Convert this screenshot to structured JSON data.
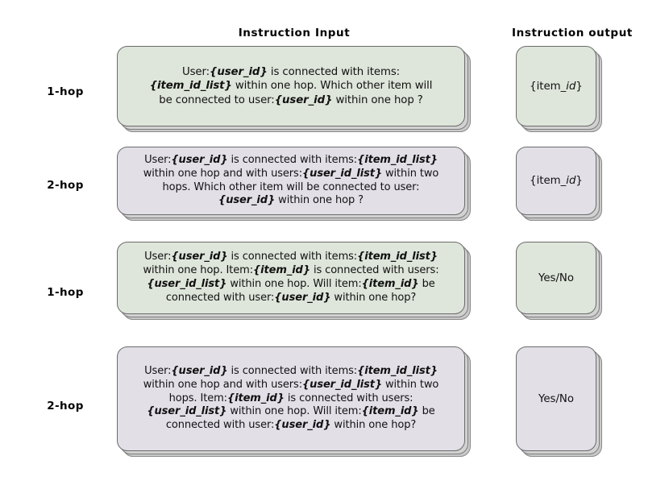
{
  "headers": {
    "input": "Instruction Input",
    "output": "Instruction output"
  },
  "colors": {
    "green_fill": "#dee5da",
    "lavender_fill": "#e2dfe7",
    "border": "#6b6b6b",
    "stack_shadow": "#c9c9c9",
    "text": "#111111",
    "background": "#ffffff"
  },
  "rows": [
    {
      "label": "1-hop",
      "theme": "green",
      "input_text": "User:{user_id} is connected with items:\n{item_id_list} within one hop. Which other item will\nbe  connected to user:{user_id} within one hop ?",
      "input_plain": "User:{user_id} is connected with items: {item_id_list} within one hop. Which other item will be  connected to user:{user_id} within one hop ?",
      "output_text": "{item_id}",
      "placeholders": [
        "user_id",
        "item_id_list",
        "user_id"
      ]
    },
    {
      "label": "2-hop",
      "theme": "lavender",
      "input_text": "User:{user_id} is connected with items:{item_id_list}\nwithin one hop and with users:{user_id_list} within two\nhops. Which other item will be  connected to user:\n{user_id} within one hop ?",
      "input_plain": "User:{user_id} is connected with items:{item_id_list} within one hop and with users:{user_id_list} within two hops. Which other item will be  connected to user: {user_id} within one hop ?",
      "output_text": "{item_id}",
      "placeholders": [
        "user_id",
        "item_id_list",
        "user_id_list",
        "user_id"
      ]
    },
    {
      "label": "1-hop",
      "theme": "green",
      "input_text": "User:{user_id} is connected with items:{item_id_list}\nwithin one hop. Item:{item_id} is connected with users:\n{user_id_list} within one hop. Will item:{item_id} be\nconnected with user:{user_id} within one hop?",
      "input_plain": "User:{user_id} is connected with items:{item_id_list} within one hop. Item:{item_id} is connected with users: {user_id_list} within one hop. Will item:{item_id} be connected with user:{user_id} within one hop?",
      "output_text": "Yes/No",
      "placeholders": [
        "user_id",
        "item_id_list",
        "item_id",
        "user_id_list",
        "item_id",
        "user_id"
      ]
    },
    {
      "label": "2-hop",
      "theme": "lavender",
      "input_text": "User:{user_id} is connected with items:{item_id_list}\nwithin one hop and with users:{user_id_list} within two\nhops. Item:{item_id} is connected with users:\n{user_id_list} within one hop. Will item:{item_id} be\nconnected with user:{user_id} within one hop?",
      "input_plain": "User:{user_id} is connected with items:{item_id_list} within one hop and with users:{user_id_list} within two hops. Item:{item_id} is connected with users: {user_id_list} within one hop. Will item:{item_id} be connected with user:{user_id} within one hop?",
      "output_text": "Yes/No",
      "placeholders": [
        "user_id",
        "item_id_list",
        "user_id_list",
        "item_id",
        "user_id_list",
        "item_id",
        "user_id"
      ]
    }
  ]
}
